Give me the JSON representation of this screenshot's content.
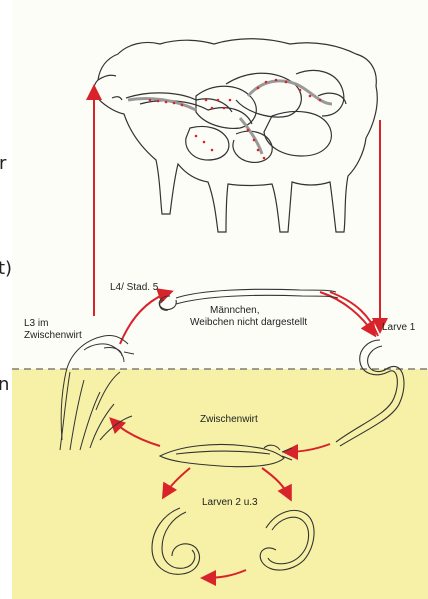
{
  "labels": {
    "l4": "L4/ Stad. 5",
    "adults_line1": "Männchen,",
    "adults_line2": "Weibchen nicht dargestellt",
    "larva1": "Larve 1",
    "l3_line1": "L3 im",
    "l3_line2": "Zwischenwirt",
    "intermediate_host": "Zwischenwirt",
    "larvae23": "Larven 2 u.3"
  },
  "edge_fragments": [
    "r",
    "t)",
    "n"
  ],
  "colors": {
    "upper_bg": "#fdfdf8",
    "lower_bg": "#f6f1a6",
    "arrow": "#d8232a",
    "line": "#333333"
  },
  "icons": [
    "sheep-outline",
    "lungworm-adult",
    "larva-1",
    "snail-shell-plant",
    "slug",
    "larva-2",
    "larva-3"
  ]
}
